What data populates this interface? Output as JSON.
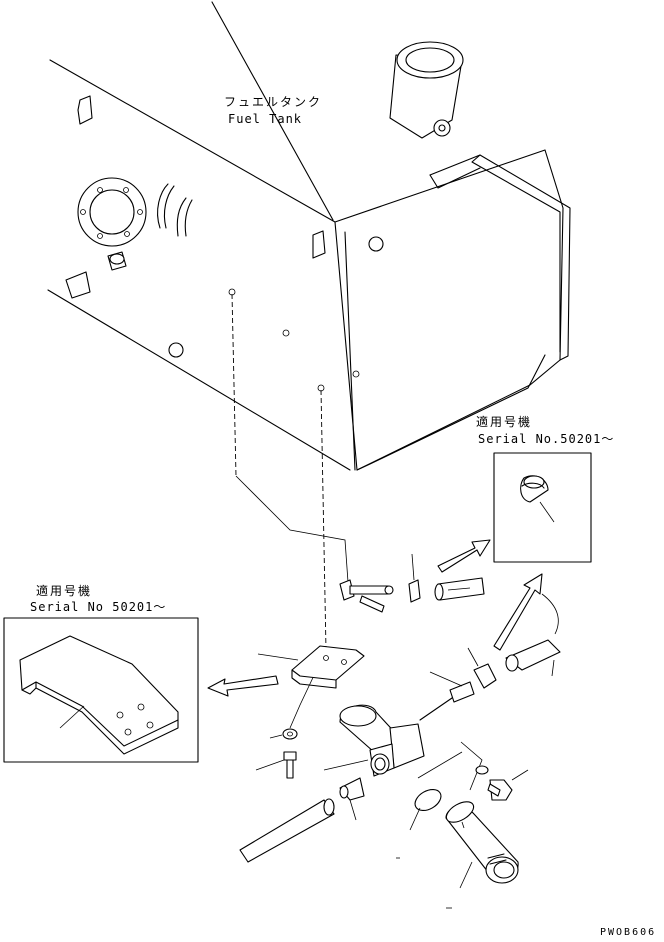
{
  "labels": {
    "fuel_tank_jp": "フュエルタンク",
    "fuel_tank_en": "Fuel Tank",
    "serial_right_jp": "適用号機",
    "serial_right_en": "Serial No.50201～",
    "serial_left_jp": "適用号機",
    "serial_left_en": "Serial No 50201～",
    "drawing_code": "PWOB606"
  }
}
